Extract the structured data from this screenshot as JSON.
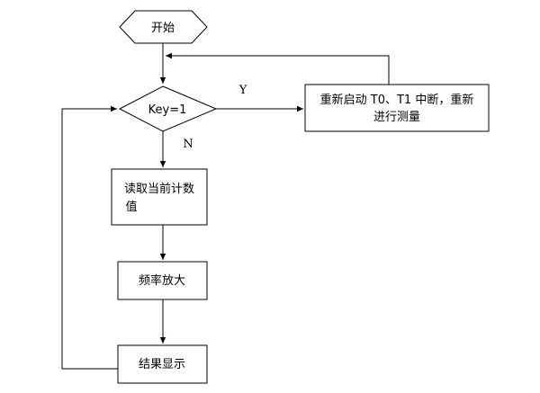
{
  "diagram": {
    "start": {
      "label": "开始"
    },
    "decision": {
      "label": "Key=1"
    },
    "restart": {
      "line1": "重新启动 T0、T1 中断，重新",
      "line2": "进行测量"
    },
    "read": {
      "line1": "读取当前计数",
      "line2": "值"
    },
    "amplify": {
      "label": "频率放大"
    },
    "display": {
      "label": "结果显示"
    },
    "edges": {
      "yes": "Y",
      "no": "N"
    }
  }
}
